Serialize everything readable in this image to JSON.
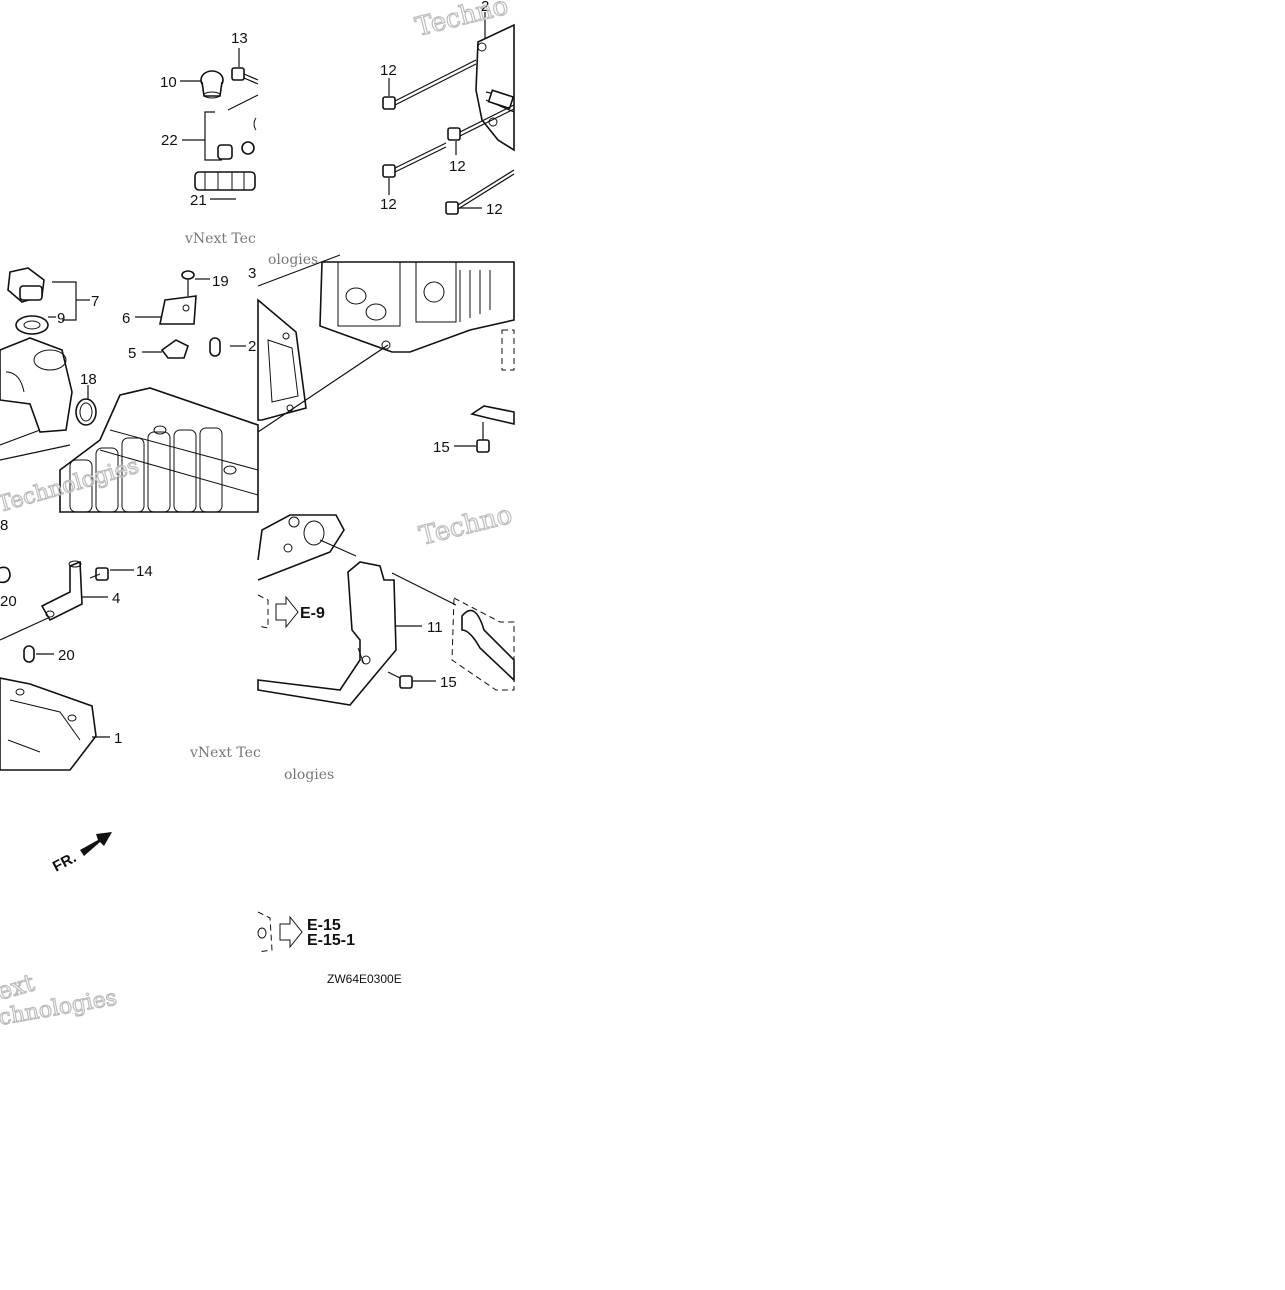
{
  "callouts": {
    "c1": "1",
    "c2": "2",
    "c3": "3",
    "c4": "4",
    "c5": "5",
    "c6": "6",
    "c7": "7",
    "c9": "9",
    "c10": "10",
    "c11": "11",
    "c12a": "12",
    "c12b": "12",
    "c12c": "12",
    "c12d": "12",
    "c13": "13",
    "c14": "14",
    "c15a": "15",
    "c15b": "15",
    "c18": "18",
    "c19": "19",
    "c20a": "20",
    "c20b": "20",
    "c21": "21",
    "c22": "22",
    "c2c": "2",
    "c8": "8"
  },
  "refs": {
    "e9": "E-9",
    "e15": "E-15",
    "e15_1": "E-15-1"
  },
  "direction_label": "FR.",
  "diagram_code": "ZW64E0300E",
  "watermarks": {
    "w1": "Techno",
    "w2": "vNext Tec",
    "w3": "ologies",
    "w4": "Technologies",
    "w5": "Techno",
    "w6": "vNext Tec",
    "w7": "ologies",
    "w8": "ext",
    "w9": "chnologies"
  },
  "colors": {
    "ink": "#111111",
    "watermark": "#bdbdbd",
    "background": "#ffffff"
  }
}
